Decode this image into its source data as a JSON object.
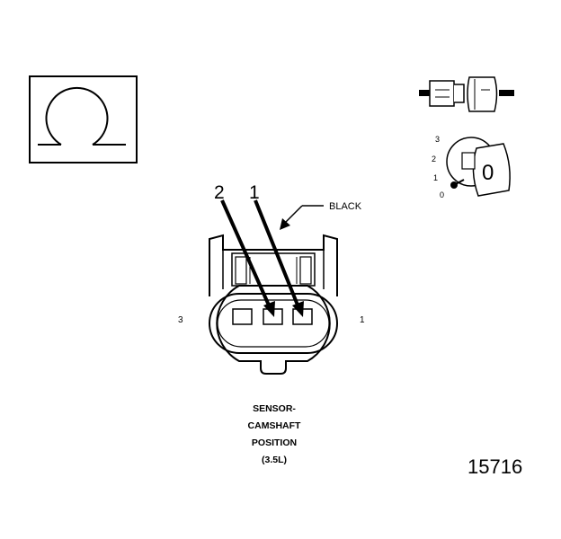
{
  "caption": {
    "line1": "SENSOR-",
    "line2": "CAMSHAFT",
    "line3": "POSITION",
    "line4": "(3.5L)"
  },
  "wire_label": "BLACK",
  "pin_callouts": {
    "left": "2",
    "right": "1"
  },
  "cavity_labels": {
    "left": "3",
    "right": "1"
  },
  "key_positions": {
    "p3": "3",
    "p2": "2",
    "p1": "1",
    "p0": "0"
  },
  "key_symbol": "0",
  "figure_number": "15716",
  "icons": {
    "symbol": "ohm-symbol-icon",
    "connector": "connector-mating-icon",
    "key": "terminal-position-key-icon"
  }
}
